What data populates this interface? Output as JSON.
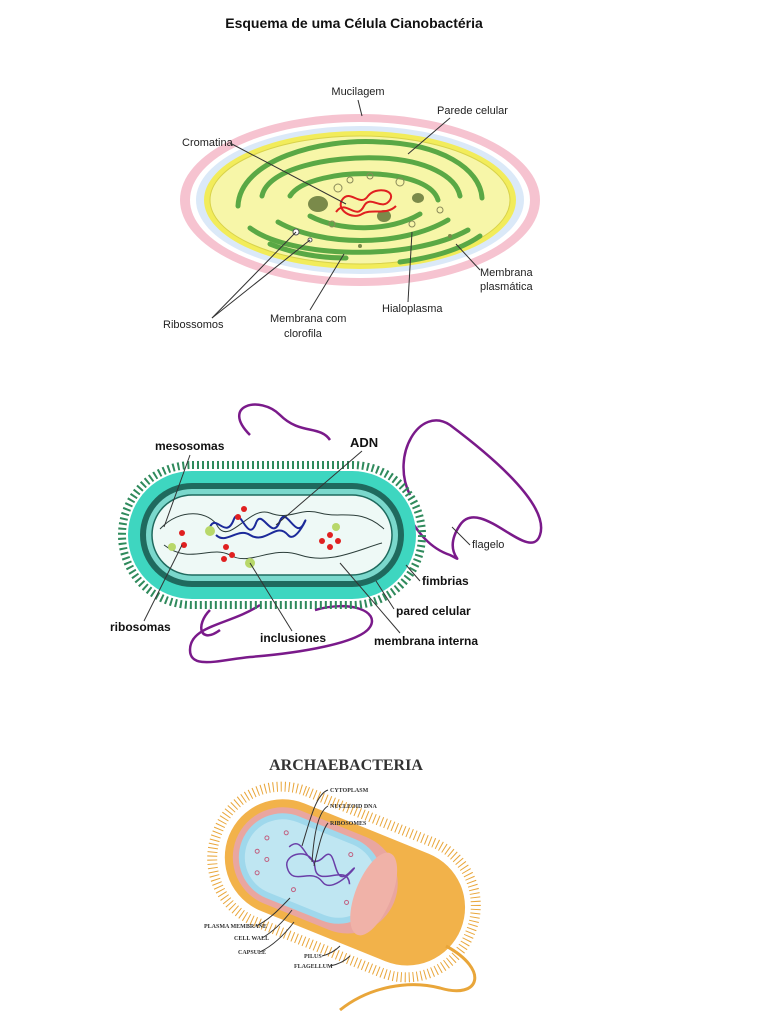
{
  "diagram1": {
    "title": "Esquema de uma Célula Cianobactéria",
    "labels": {
      "mucilagem": "Mucilagem",
      "parede": "Parede celular",
      "cromatina": "Cromatina",
      "membrana_pl_1": "Membrana",
      "membrana_pl_2": "plasmática",
      "ribossomos": "Ribossomos",
      "membrana_cl_1": "Membrana com",
      "membrana_cl_2": "clorofila",
      "hialoplasma": "Hialoplasma"
    },
    "colors": {
      "mucilagem": "#f6c3d0",
      "parede": "#dbe9f8",
      "membrana": "#f2ec5a",
      "citoplasma": "#f7f6a8",
      "tilacoide": "#5aa845",
      "cromatina": "#e02020"
    }
  },
  "diagram2": {
    "labels": {
      "mesosomas": "mesosomas",
      "adn": "ADN",
      "flagelo": "flagelo",
      "fimbrias": "fimbrias",
      "pared": "pared celular",
      "membrana": "membrana interna",
      "ribosomas": "ribosomas",
      "inclusiones": "inclusiones"
    },
    "colors": {
      "capsule": "#3ed6c0",
      "fimbrias": "#2f8a5c",
      "flagelo": "#7a1a8a",
      "adn": "#1c2a9a",
      "ribosomas": "#e02020",
      "inclusiones": "#b8d86a"
    }
  },
  "diagram3": {
    "title": "ARCHAEBACTERIA",
    "labels": {
      "cytoplasm": "CYTOPLASM",
      "nucleoid": "NUCLEOID DNA",
      "ribosomes": "RIBOSOMES",
      "plasma": "PLASMA MEMBRANE",
      "wall": "CELL WALL",
      "capsule": "CAPSULE",
      "pilus": "PILUS",
      "flagellum": "FLAGELLUM"
    },
    "colors": {
      "capsule": "#f2b24a",
      "pili": "#e9a63a",
      "wall": "#e9a6a0",
      "inner": "#bfe6f2",
      "dna": "#6a3fa8"
    }
  }
}
